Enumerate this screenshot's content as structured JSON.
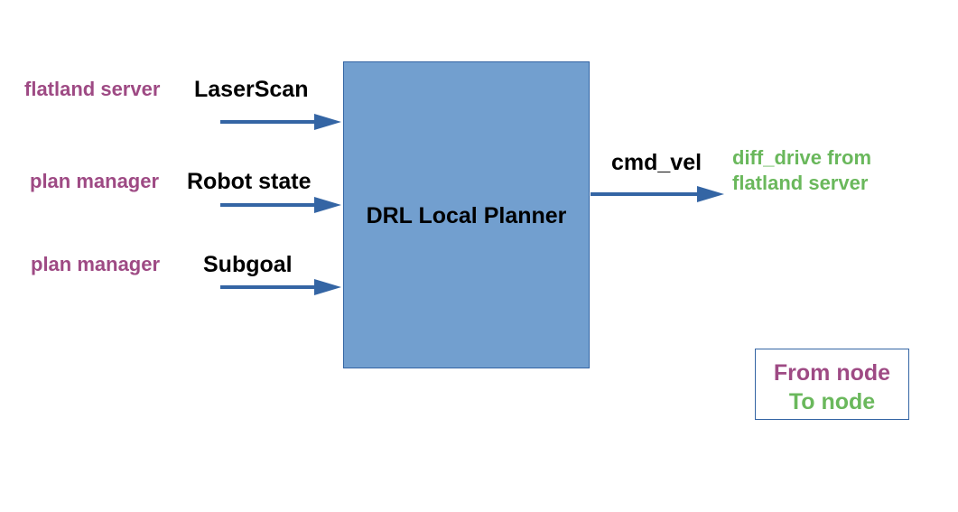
{
  "inputs": [
    {
      "source": "flatland server",
      "topic": "LaserScan"
    },
    {
      "source": "plan manager",
      "topic": "Robot state"
    },
    {
      "source": "plan manager",
      "topic": "Subgoal"
    }
  ],
  "node": {
    "label": "DRL Local Planner"
  },
  "output": {
    "topic": "cmd_vel",
    "destination_line1": "diff_drive from",
    "destination_line2": "flatland server"
  },
  "legend": {
    "from_label": "From node",
    "to_label": "To node"
  },
  "colors": {
    "from": "#9e4a84",
    "to": "#6ab85c",
    "node_fill": "#729fcf",
    "arrow": "#3465a4"
  }
}
